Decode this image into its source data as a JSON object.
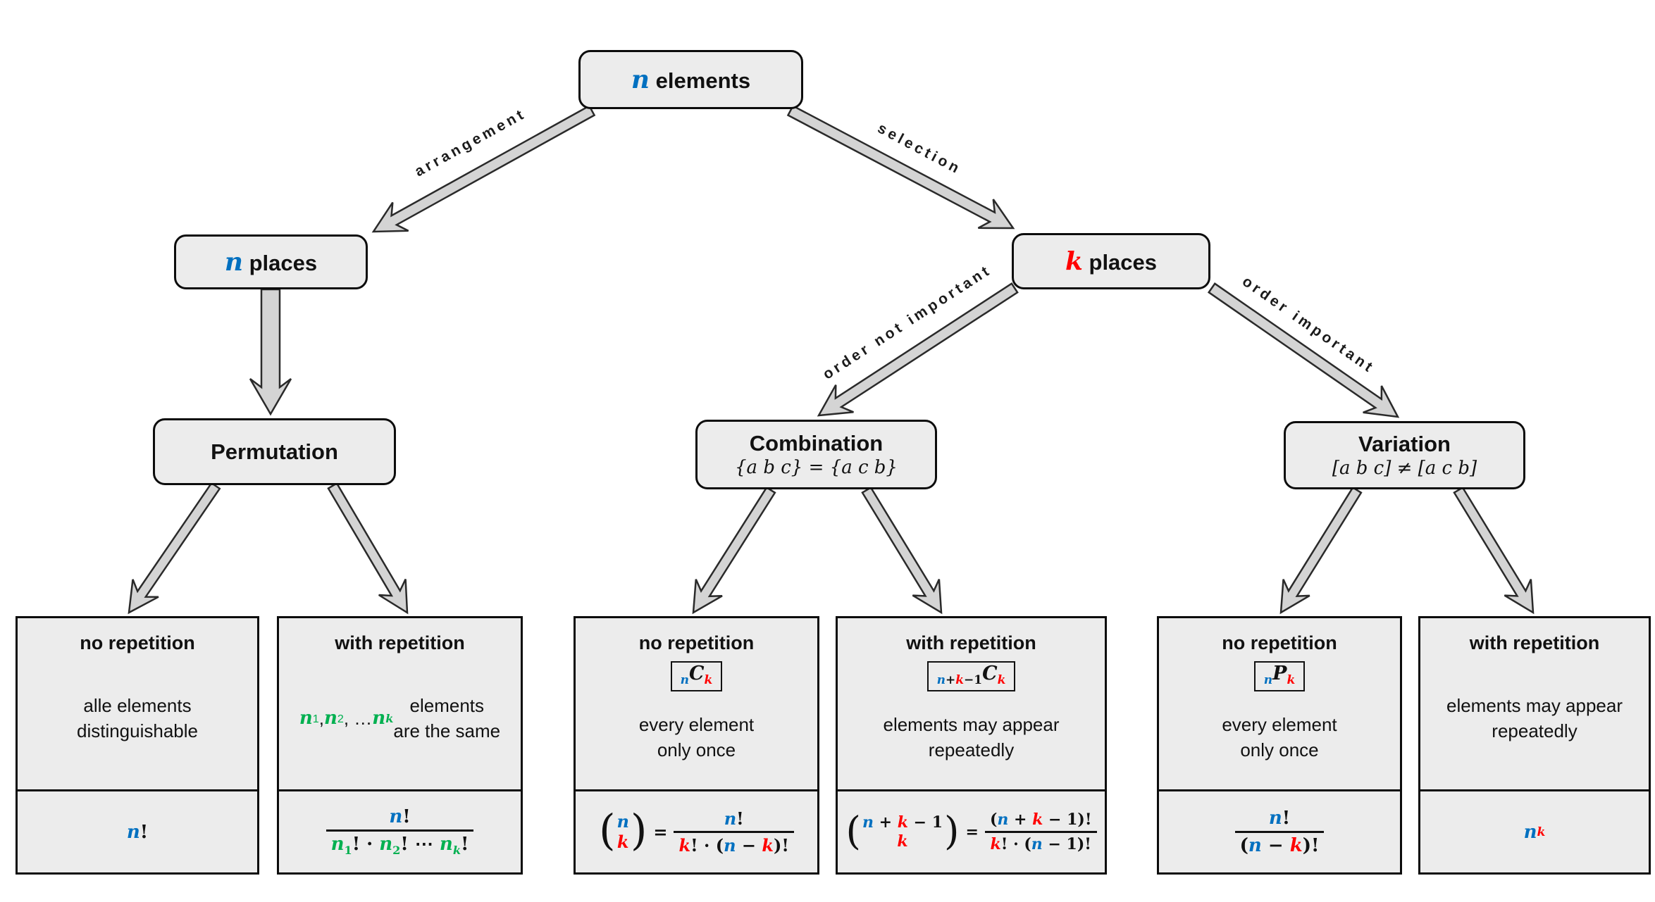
{
  "colors": {
    "blue": "#0070C0",
    "red": "#FF0000",
    "green": "#00B050",
    "box_fill": "#ECECEC",
    "arrow_fill": "#D4D4D4",
    "outline": "#111111"
  },
  "nodes": {
    "n_elements": {
      "title_html": "<span class='mv vn'>n</span> elements"
    },
    "n_places": {
      "title_html": "<span class='mv vn'>n</span> places"
    },
    "k_places": {
      "title_html": "<span class='mv vk'>k</span> places"
    },
    "permutation": {
      "title_html": "Permutation"
    },
    "combination": {
      "title_html": "Combination",
      "subtitle": "{a b c} = {a c b}"
    },
    "variation": {
      "title_html": "Variation",
      "subtitle": "[a b c] ≠ [a c b]"
    }
  },
  "edge_labels": {
    "arrangement": "arrangement",
    "selection": "selection",
    "order_not_important": "order not important",
    "order_important": "order important"
  },
  "leaves": [
    {
      "heading": "no repetition",
      "desc_html": "alle elements<br>distinguishable",
      "formula_html": "<span class='mi vn'>n</span>!"
    },
    {
      "heading": "with repetition",
      "desc_html": "<span class='mi vg'>n</span><sub class='vg'>1</sub>, <span class='mi vg'>n</span><sub class='vg'>2</sub>, … <span class='mi vg'>n</span><sub class='mi vg'>k</sub> elements<br>are the same",
      "formula_html": "<span class='frac'><span class='num'><span class='mi vn'>n</span>!</span><span class='den'><span class='mi vg'>n</span><sub class='vg'>1</sub>! · <span class='mi vg'>n</span><sub class='vg'>2</sub>! ⋯ <span class='mi vg'>n</span><sub class='mi vg'>k</sub>!</span></span>"
    },
    {
      "heading": "no repetition",
      "badge_html": "<sub class='bsub'><span class='mi vn'>n</span></sub><span class='bC'>C</span><sub class='bsub'><span class='mi vk'>k</span></sub>",
      "desc_html": "every element<br>only once",
      "formula_html": "<span class='binom'><span class='paren'>(</span><span class='stack'><span><span class='mi vn'>n</span></span><span><span class='mi vk'>k</span></span></span><span class='paren'>)</span></span><span class='eq'>=</span><span class='frac'><span class='num'><span class='mi vn'>n</span>!</span><span class='den'><span class='mi vk'>k</span>! · (<span class='mi vn'>n</span> − <span class='mi vk'>k</span>)!</span></span>"
    },
    {
      "heading": "with repetition",
      "badge_html": "<sub class='bsub'><span class='mi vn'>n</span>+<span class='mi vk'>k</span>−1</sub><span class='bC'>C</span><sub class='bsub'><span class='mi vk'>k</span></sub>",
      "desc_html": "elements may appear<br>repeatedly",
      "formula_html": "<span class='binom'><span class='paren'>(</span><span class='stack'><span><span class='mi vn'>n</span> + <span class='mi vk'>k</span> − 1</span><span><span class='mi vk'>k</span></span></span><span class='paren'>)</span></span><span class='eq'>=</span><span class='frac'><span class='num'>(<span class='mi vn'>n</span> + <span class='mi vk'>k</span> − 1)!</span><span class='den'><span class='mi vk'>k</span>! · (<span class='mi vn'>n</span> − 1)!</span></span>"
    },
    {
      "heading": "no repetition",
      "badge_html": "<sub class='bsub'><span class='mi vn'>n</span></sub><span class='bC'>P</span><sub class='bsub'><span class='mi vk'>k</span></sub>",
      "desc_html": "every element<br>only once",
      "formula_html": "<span class='frac'><span class='num'><span class='mi vn'>n</span>!</span><span class='den'>(<span class='mi vn'>n</span> − <span class='mi vk'>k</span>)!</span></span>"
    },
    {
      "heading": "with repetition",
      "desc_html": "elements may appear<br>repeatedly",
      "formula_html": "<span class='mi vn'>n</span><sup class='mi vk'>k</sup>"
    }
  ]
}
